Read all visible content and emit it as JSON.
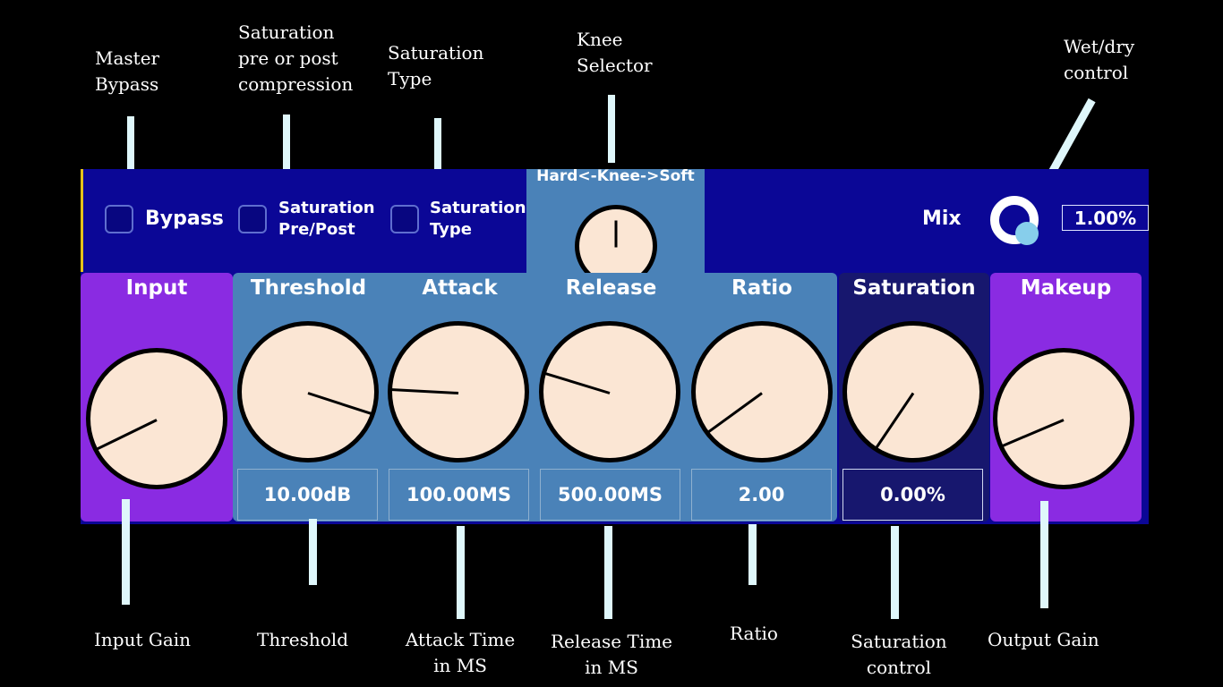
{
  "annotations": {
    "master_bypass": "Master\nBypass",
    "sat_pre_post": "Saturation\npre or post\ncompression",
    "sat_type": "Saturation\nType",
    "knee_selector": "Knee\nSelector",
    "wet_dry": "Wet/dry\ncontrol",
    "input_gain": "Input Gain",
    "threshold": "Threshold",
    "attack": "Attack Time\nin MS",
    "release": "Release Time\nin MS",
    "ratio": "Ratio",
    "saturation": "Saturation\ncontrol",
    "output_gain": "Output Gain"
  },
  "controls": {
    "bypass_label": "Bypass",
    "sat_pre_post_label": "Saturation\nPre/Post",
    "sat_type_label": "Saturation\nType",
    "knee_label": "Hard<-Knee->Soft",
    "mix_label": "Mix",
    "mix_value": "1.00%",
    "mix_level": 0.01
  },
  "sections": {
    "input": "Input",
    "threshold": "Threshold",
    "attack": "Attack",
    "release": "Release",
    "ratio": "Ratio",
    "saturation": "Saturation",
    "makeup": "Makeup"
  },
  "values": {
    "threshold": "10.00dB",
    "attack": "100.00MS",
    "release": "500.00MS",
    "ratio": "2.00",
    "saturation": "0.00%"
  },
  "colors": {
    "panel": "#0b0796",
    "purple": "#8a2be2",
    "steel_blue": "#4a82b8",
    "navy": "#17176e",
    "knob": "#fbe6d4",
    "mix_knob": "#87ceeb"
  }
}
